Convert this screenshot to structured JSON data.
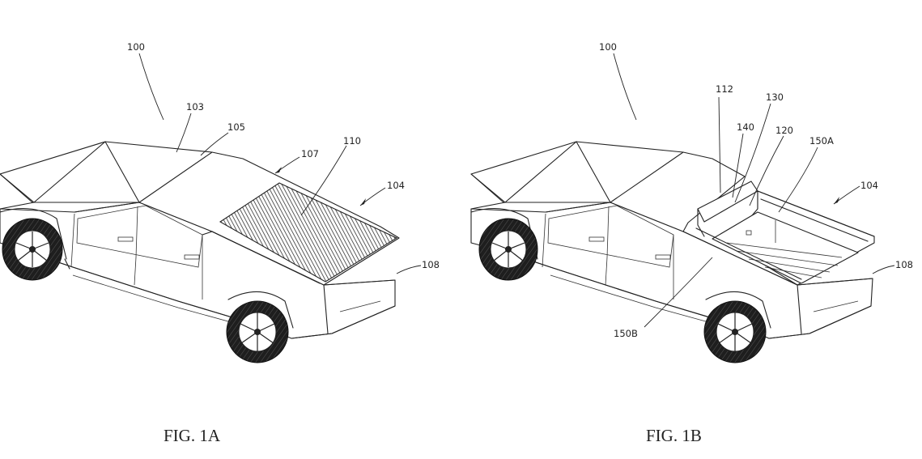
{
  "fig_a": {
    "caption": "FIG. 1A",
    "labels": {
      "vehicle": "100",
      "roof": "103",
      "window": "105",
      "cover_edge": "107",
      "cover": "110",
      "bed": "104",
      "tailgate": "108"
    }
  },
  "fig_b": {
    "caption": "FIG. 1B",
    "labels": {
      "vehicle": "100",
      "bulkhead": "112",
      "divider": "130",
      "panel": "140",
      "floor": "120",
      "rail_a": "150A",
      "bed": "104",
      "tailgate": "108",
      "rail_b": "150B"
    }
  }
}
